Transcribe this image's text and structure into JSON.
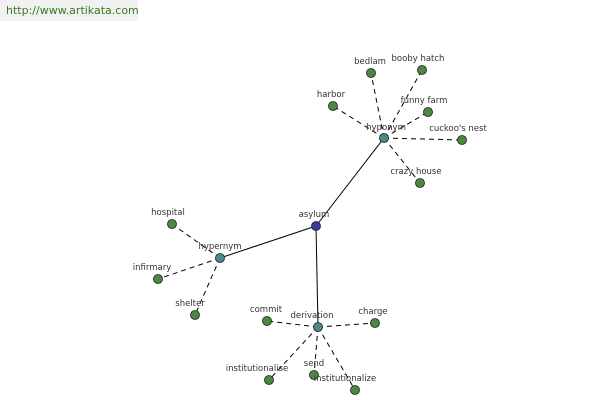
{
  "header": {
    "url": "http://www.artikata.com"
  },
  "colors": {
    "root": "#3a3a9a",
    "relation": "#4a8a8a",
    "word": "#4a8a3c",
    "edge": "#000000"
  },
  "graph": {
    "root": {
      "label": "asylum"
    },
    "relations": [
      {
        "id": "hyponym",
        "label": "hyponym",
        "words": [
          "bedlam",
          "booby hatch",
          "harbor",
          "funny farm",
          "cuckoo's nest",
          "crazy house"
        ]
      },
      {
        "id": "hypernym",
        "label": "hypernym",
        "words": [
          "hospital",
          "infirmary",
          "shelter"
        ]
      },
      {
        "id": "derivation",
        "label": "derivation",
        "words": [
          "commit",
          "charge",
          "institutionalise",
          "send",
          "institutionalize"
        ]
      }
    ]
  }
}
